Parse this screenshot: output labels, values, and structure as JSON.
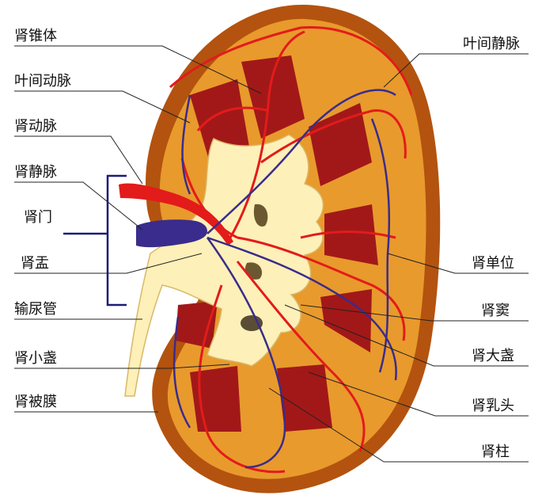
{
  "labels": {
    "renal_pyramid": "肾锥体",
    "interlobar_artery": "叶间动脉",
    "renal_artery": "肾动脉",
    "renal_vein": "肾静脉",
    "renal_hilum": "肾门",
    "renal_pelvis": "肾盂",
    "ureter": "输尿管",
    "minor_calyx": "肾小盏",
    "renal_capsule": "肾被膜",
    "interlobar_vein": "叶间静脉",
    "renal_lobe": "肾单位",
    "renal_sinus": "肾窦",
    "major_calyx": "肾大盏",
    "renal_papilla": "肾乳头",
    "renal_column": "肾柱"
  },
  "colors": {
    "capsule": "#b3530f",
    "cortex": "#e89a2c",
    "pyramid": "#a21818",
    "pelvis": "#fdf0b8",
    "artery": "#e31b1b",
    "vein": "#3a2c8c",
    "leader": "#222222"
  }
}
